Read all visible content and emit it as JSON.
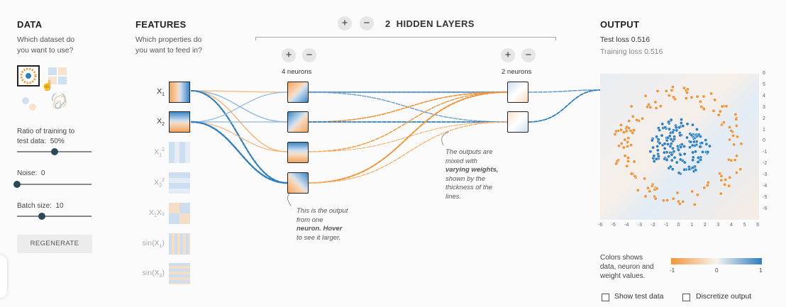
{
  "data_panel": {
    "title": "DATA",
    "question_line1": "Which dataset do",
    "question_line2": "you want to use?",
    "ratio_line1": "Ratio of training to",
    "ratio_line2": "test data:",
    "ratio_value": "50%",
    "ratio_fraction": 0.5,
    "noise_label": "Noise:",
    "noise_value": "0",
    "noise_fraction": 0.0,
    "batch_label": "Batch size:",
    "batch_value": "10",
    "batch_fraction": 0.33,
    "regenerate_label": "REGENERATE"
  },
  "features_panel": {
    "title": "FEATURES",
    "question_line1": "Which properties do",
    "question_line2": "you want to feed in?",
    "features": [
      {
        "base": "X",
        "sub": "1",
        "sup": "",
        "suffix": "",
        "active": true
      },
      {
        "base": "X",
        "sub": "2",
        "sup": "",
        "suffix": "",
        "active": true
      },
      {
        "base": "X",
        "sub": "1",
        "sup": "2",
        "suffix": "",
        "active": false
      },
      {
        "base": "X",
        "sub": "2",
        "sup": "2",
        "suffix": "",
        "active": false
      },
      {
        "base": "X",
        "sub": "1",
        "sup": "",
        "suffix": "X₂",
        "active": false
      },
      {
        "base": "sin(X",
        "sub": "1",
        "sup": "",
        "suffix": ")",
        "active": false
      },
      {
        "base": "sin(X",
        "sub": "2",
        "sup": "",
        "suffix": ")",
        "active": false
      }
    ]
  },
  "network": {
    "add_layer": "+",
    "remove_layer": "−",
    "layer_count": "2",
    "layers_label": "HIDDEN LAYERS",
    "layer1_neurons": "4 neurons",
    "layer2_neurons": "2 neurons",
    "add_neuron": "+",
    "remove_neuron": "−",
    "note_output": [
      "This is the output",
      "from one",
      "neuron. Hover",
      "to see it larger."
    ],
    "note_weights": [
      "The outputs are",
      "mixed with",
      "varying weights,",
      "shown by the",
      "thickness of the",
      "lines."
    ]
  },
  "output_panel": {
    "title": "OUTPUT",
    "test_loss_label": "Test loss",
    "test_loss_value": "0.516",
    "training_loss_label": "Training loss",
    "training_loss_value": "0.516",
    "y_ticks": [
      "6",
      "5",
      "4",
      "3",
      "2",
      "1",
      "0",
      "-1",
      "-2",
      "-3",
      "-4",
      "-5",
      "-6"
    ],
    "x_ticks": [
      "-6",
      "-5",
      "-4",
      "-3",
      "-2",
      "-1",
      "0",
      "1",
      "2",
      "3",
      "4",
      "5",
      "6"
    ],
    "legend_line1": "Colors shows",
    "legend_line2": "data, neuron and",
    "legend_line3": "weight values.",
    "legend_min": "-1",
    "legend_mid": "0",
    "legend_max": "1",
    "show_test_label": "Show test data",
    "discretize_label": "Discretize output"
  },
  "colors": {
    "orange": "#f0953a",
    "blue": "#2f7fc1",
    "navy": "#2a4a5a"
  }
}
